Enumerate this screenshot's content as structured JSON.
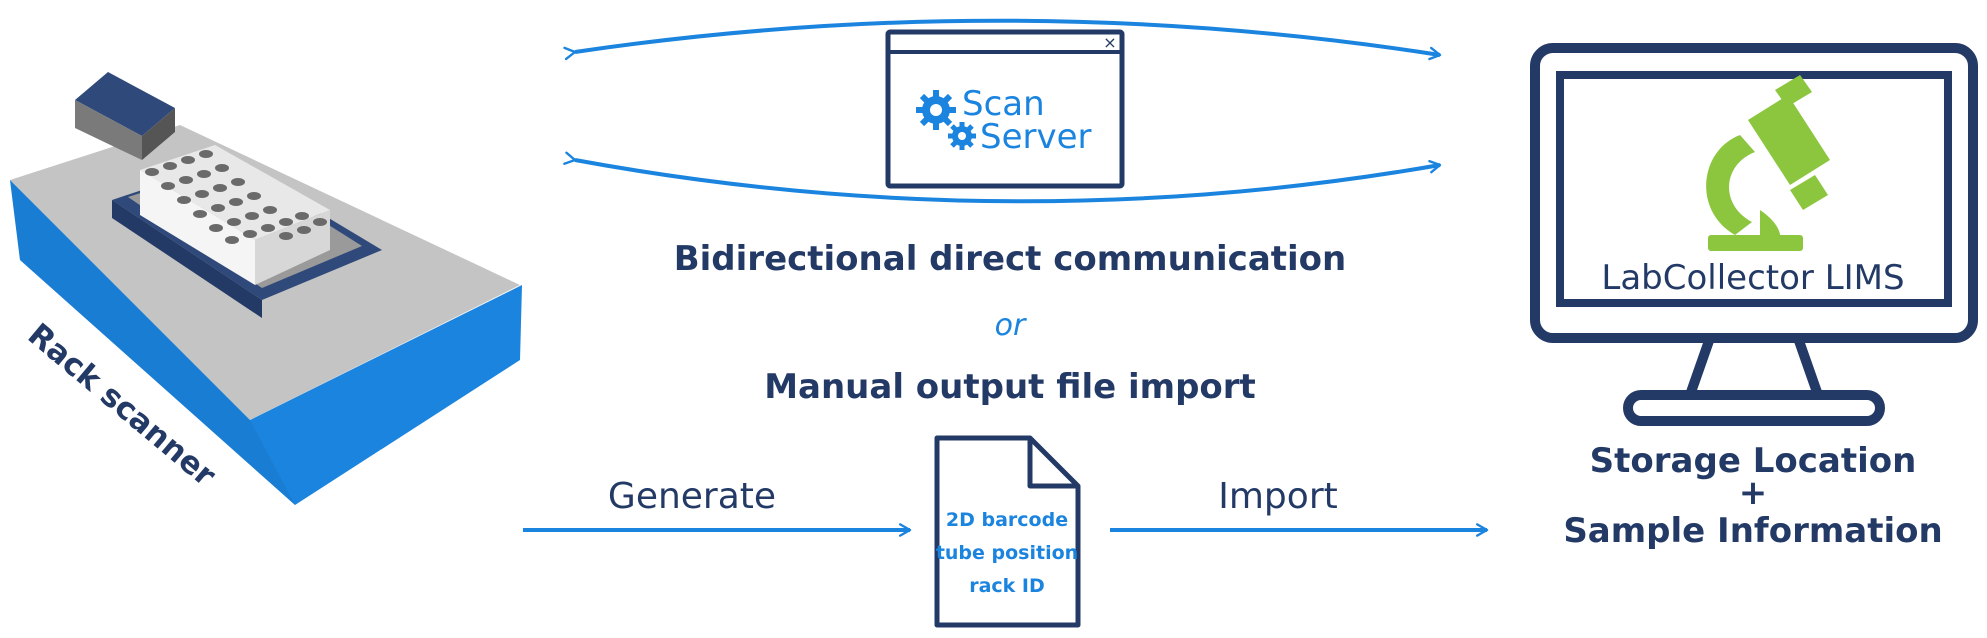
{
  "colors": {
    "navy": "#243a66",
    "blue": "#1b84df",
    "green": "#8cc63f",
    "gray": "#bdbdbd",
    "white": "#ffffff"
  },
  "rack_scanner": {
    "label": "Rack scanner"
  },
  "scan_server": {
    "line1": "Scan",
    "line2": "Server",
    "close_glyph": "×",
    "icon": "gears-icon"
  },
  "communication": {
    "primary": "Bidirectional direct communication",
    "or": "or",
    "secondary": "Manual output file import"
  },
  "flow": {
    "generate": "Generate",
    "import": "Import"
  },
  "file_doc": {
    "line1": "2D barcode",
    "line2": "tube position",
    "line3": "rack ID",
    "icon": "document-icon"
  },
  "lims": {
    "title": "LabCollector LIMS",
    "icon": "microscope-icon",
    "caption_line1": "Storage Location",
    "caption_plus": "+",
    "caption_line2": "Sample Information"
  }
}
